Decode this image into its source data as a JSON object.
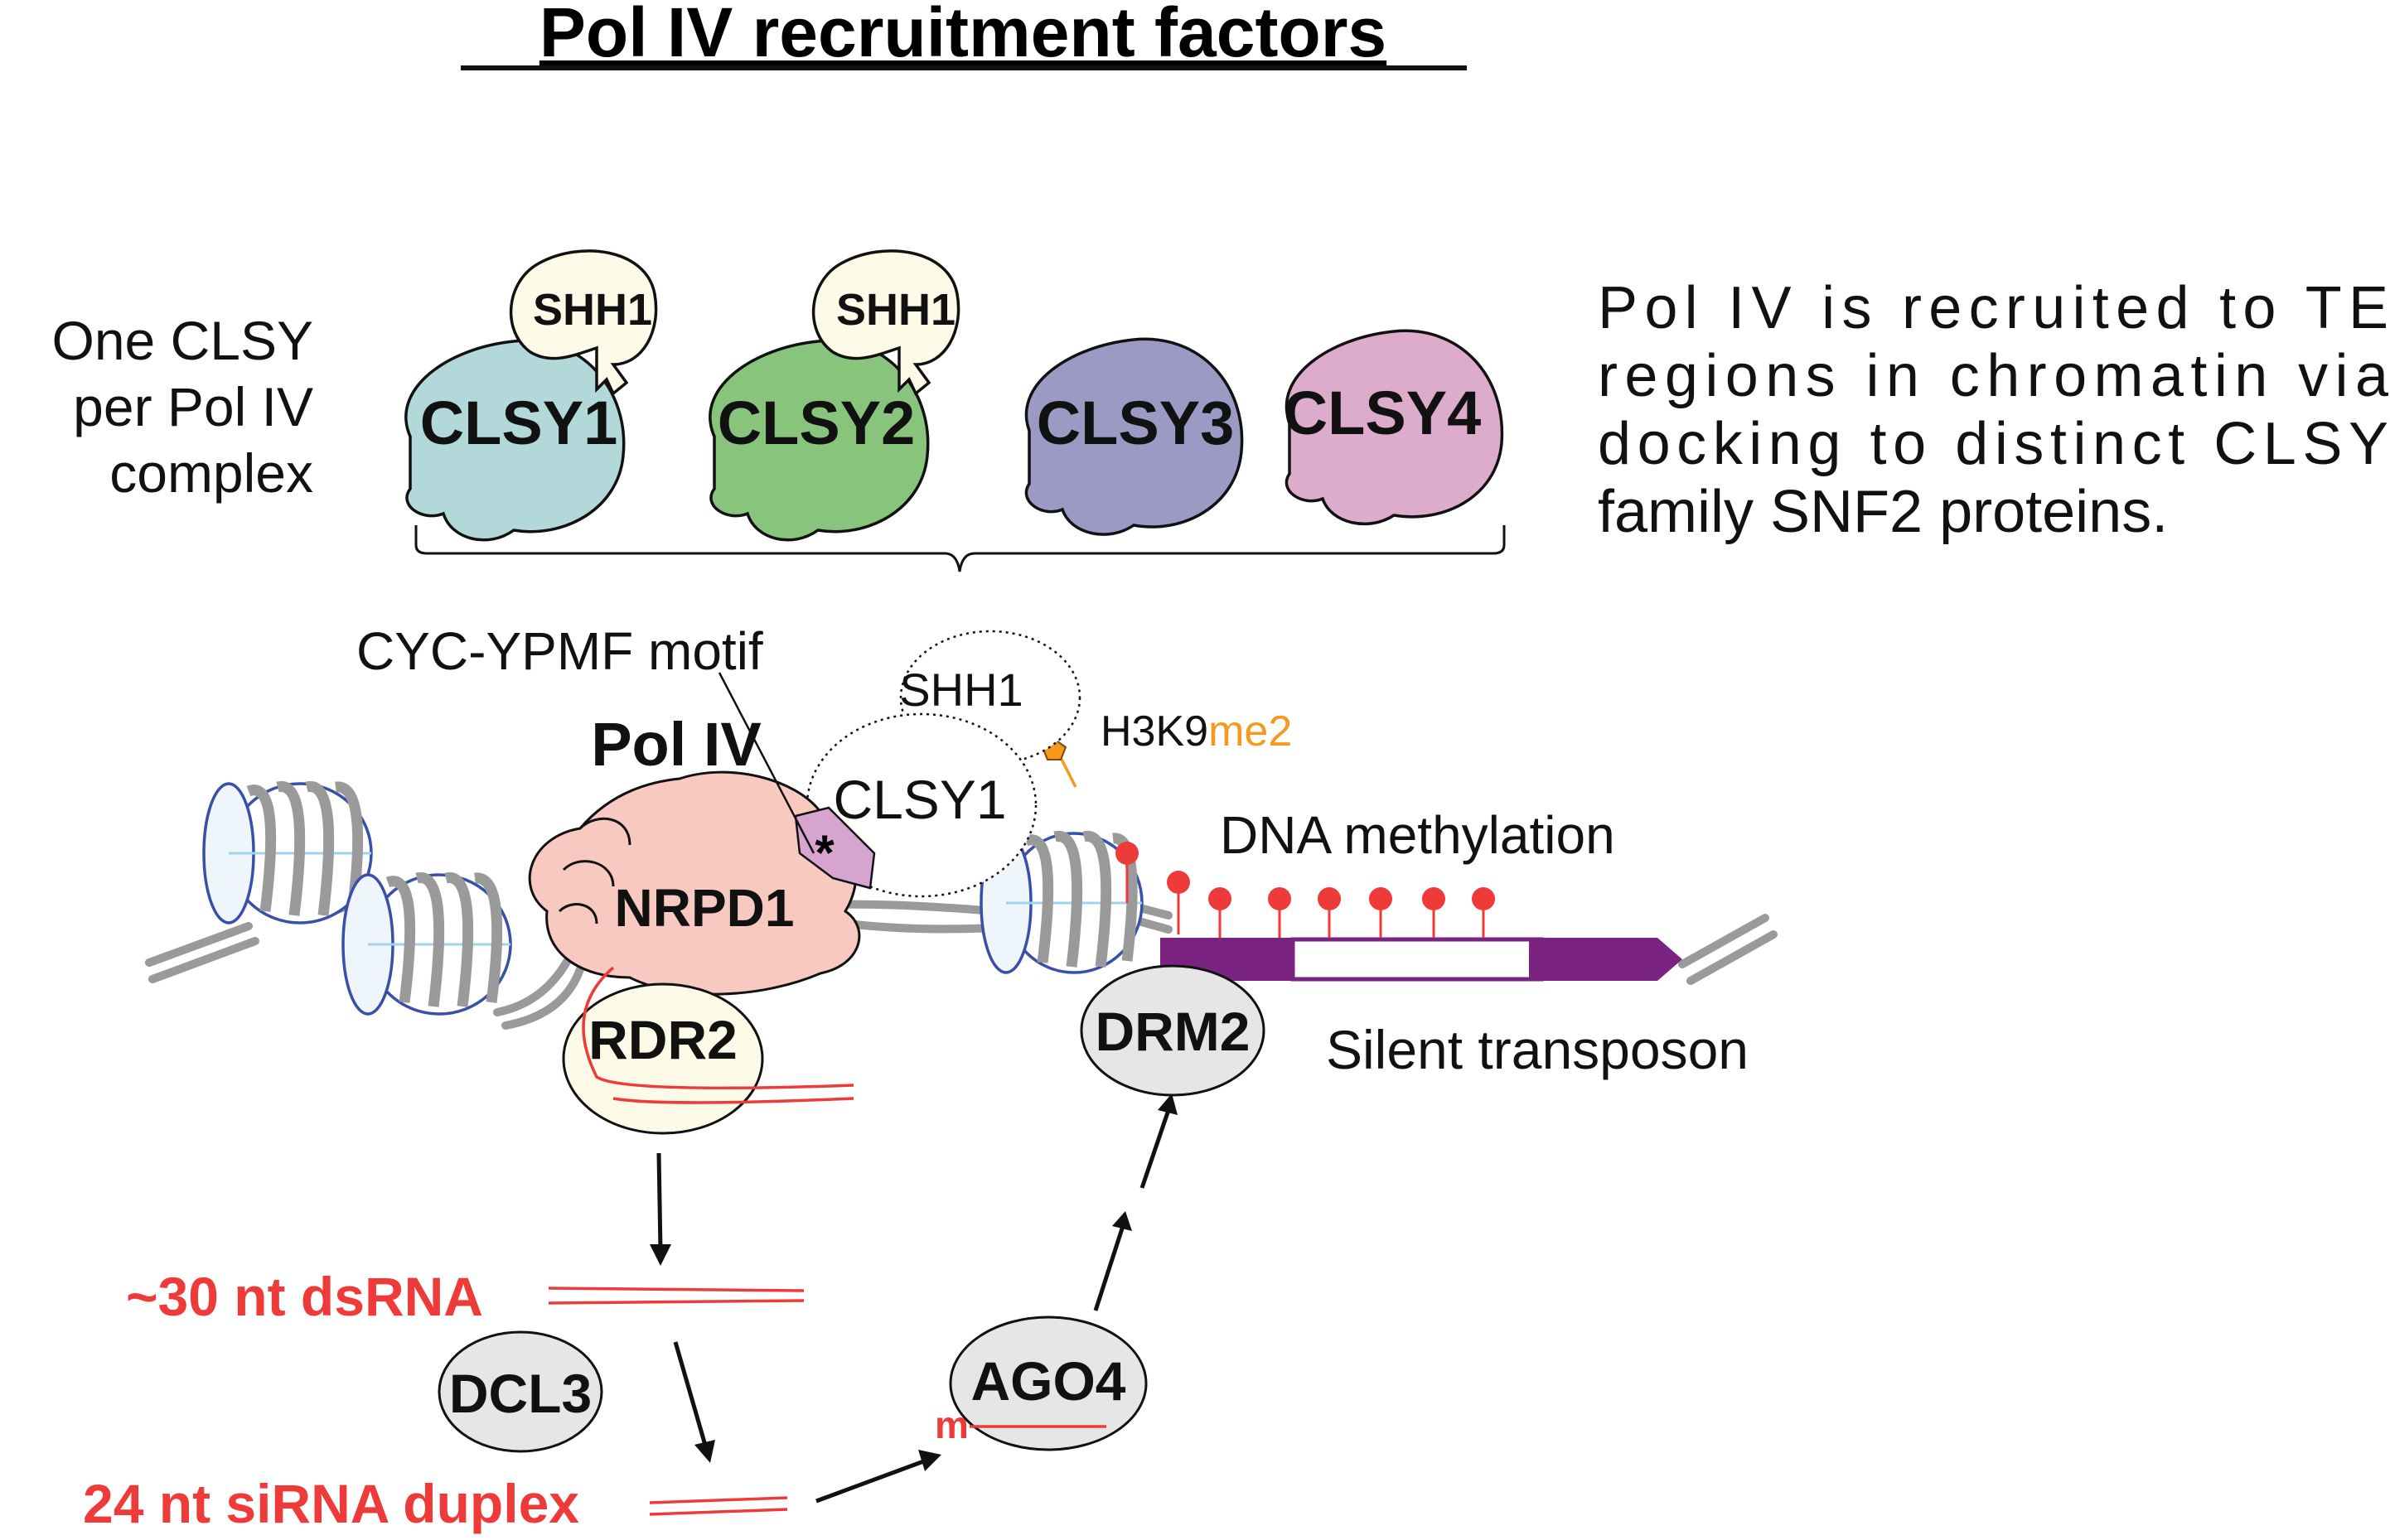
{
  "title": "Pol IV recruitment factors",
  "side_label": [
    "One CLSY",
    "per Pol IV",
    "complex"
  ],
  "clsy_family": [
    {
      "name": "CLSY1",
      "color": "#b2d8da",
      "partner": "SHH1"
    },
    {
      "name": "CLSY2",
      "color": "#88c47b",
      "partner": "SHH1"
    },
    {
      "name": "CLSY3",
      "color": "#9a9ac4",
      "partner": ""
    },
    {
      "name": "CLSY4",
      "color": "#ddaccc",
      "partner": ""
    }
  ],
  "shh1_color": "#fdfbe7",
  "description": [
    "Pol IV is recruited to TE",
    "regions in chromatin via",
    "docking to distinct CLSY",
    "family SNF2 proteins."
  ],
  "labels": {
    "motif": "CYC-YPMF motif",
    "pol_iv": "Pol IV",
    "nrpd1": "NRPD1",
    "asterisk": "*",
    "rdr2": "RDR2",
    "shh1": "SHH1",
    "clsy1": "CLSY1",
    "h3k9": "H3K9",
    "me2": "me2",
    "dna_methylation": "DNA methylation",
    "drm2": "DRM2",
    "silent_transposon": "Silent transposon",
    "dsrna": "~30 nt dsRNA",
    "dcl3": "DCL3",
    "sirna": "24 nt siRNA duplex",
    "ago4": "AGO4",
    "m": "m"
  },
  "colors": {
    "pol_iv": "#f8c9c0",
    "motif": "#d7a4cf",
    "red": "#ee3b39",
    "orange": "#f59a1f",
    "transposon": "#7a2381",
    "nucleosome": "#3850a8",
    "dna": "#9a9a9a",
    "gray_protein": "#e6e6e6",
    "rdr2": "#fdfbe7"
  }
}
